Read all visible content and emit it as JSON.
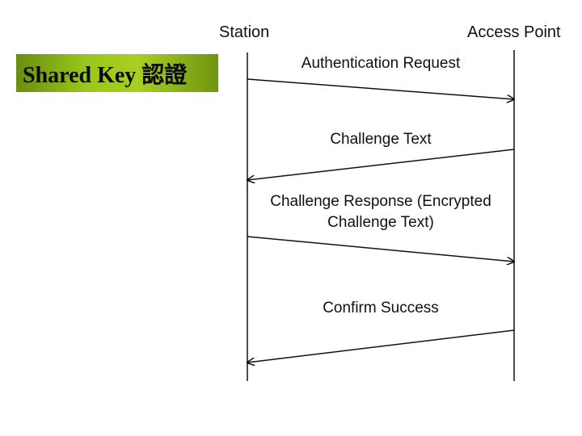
{
  "title": "Shared Key 認證",
  "actors": {
    "station": "Station",
    "access_point": "Access Point"
  },
  "messages": [
    {
      "lines": [
        "Authentication Request"
      ],
      "from": "station",
      "to": "access_point"
    },
    {
      "lines": [
        "Challenge Text"
      ],
      "from": "access_point",
      "to": "station"
    },
    {
      "lines": [
        "Challenge Response (Encrypted",
        "Challenge Text)"
      ],
      "from": "station",
      "to": "access_point"
    },
    {
      "lines": [
        "Confirm Success"
      ],
      "from": "access_point",
      "to": "station"
    }
  ]
}
